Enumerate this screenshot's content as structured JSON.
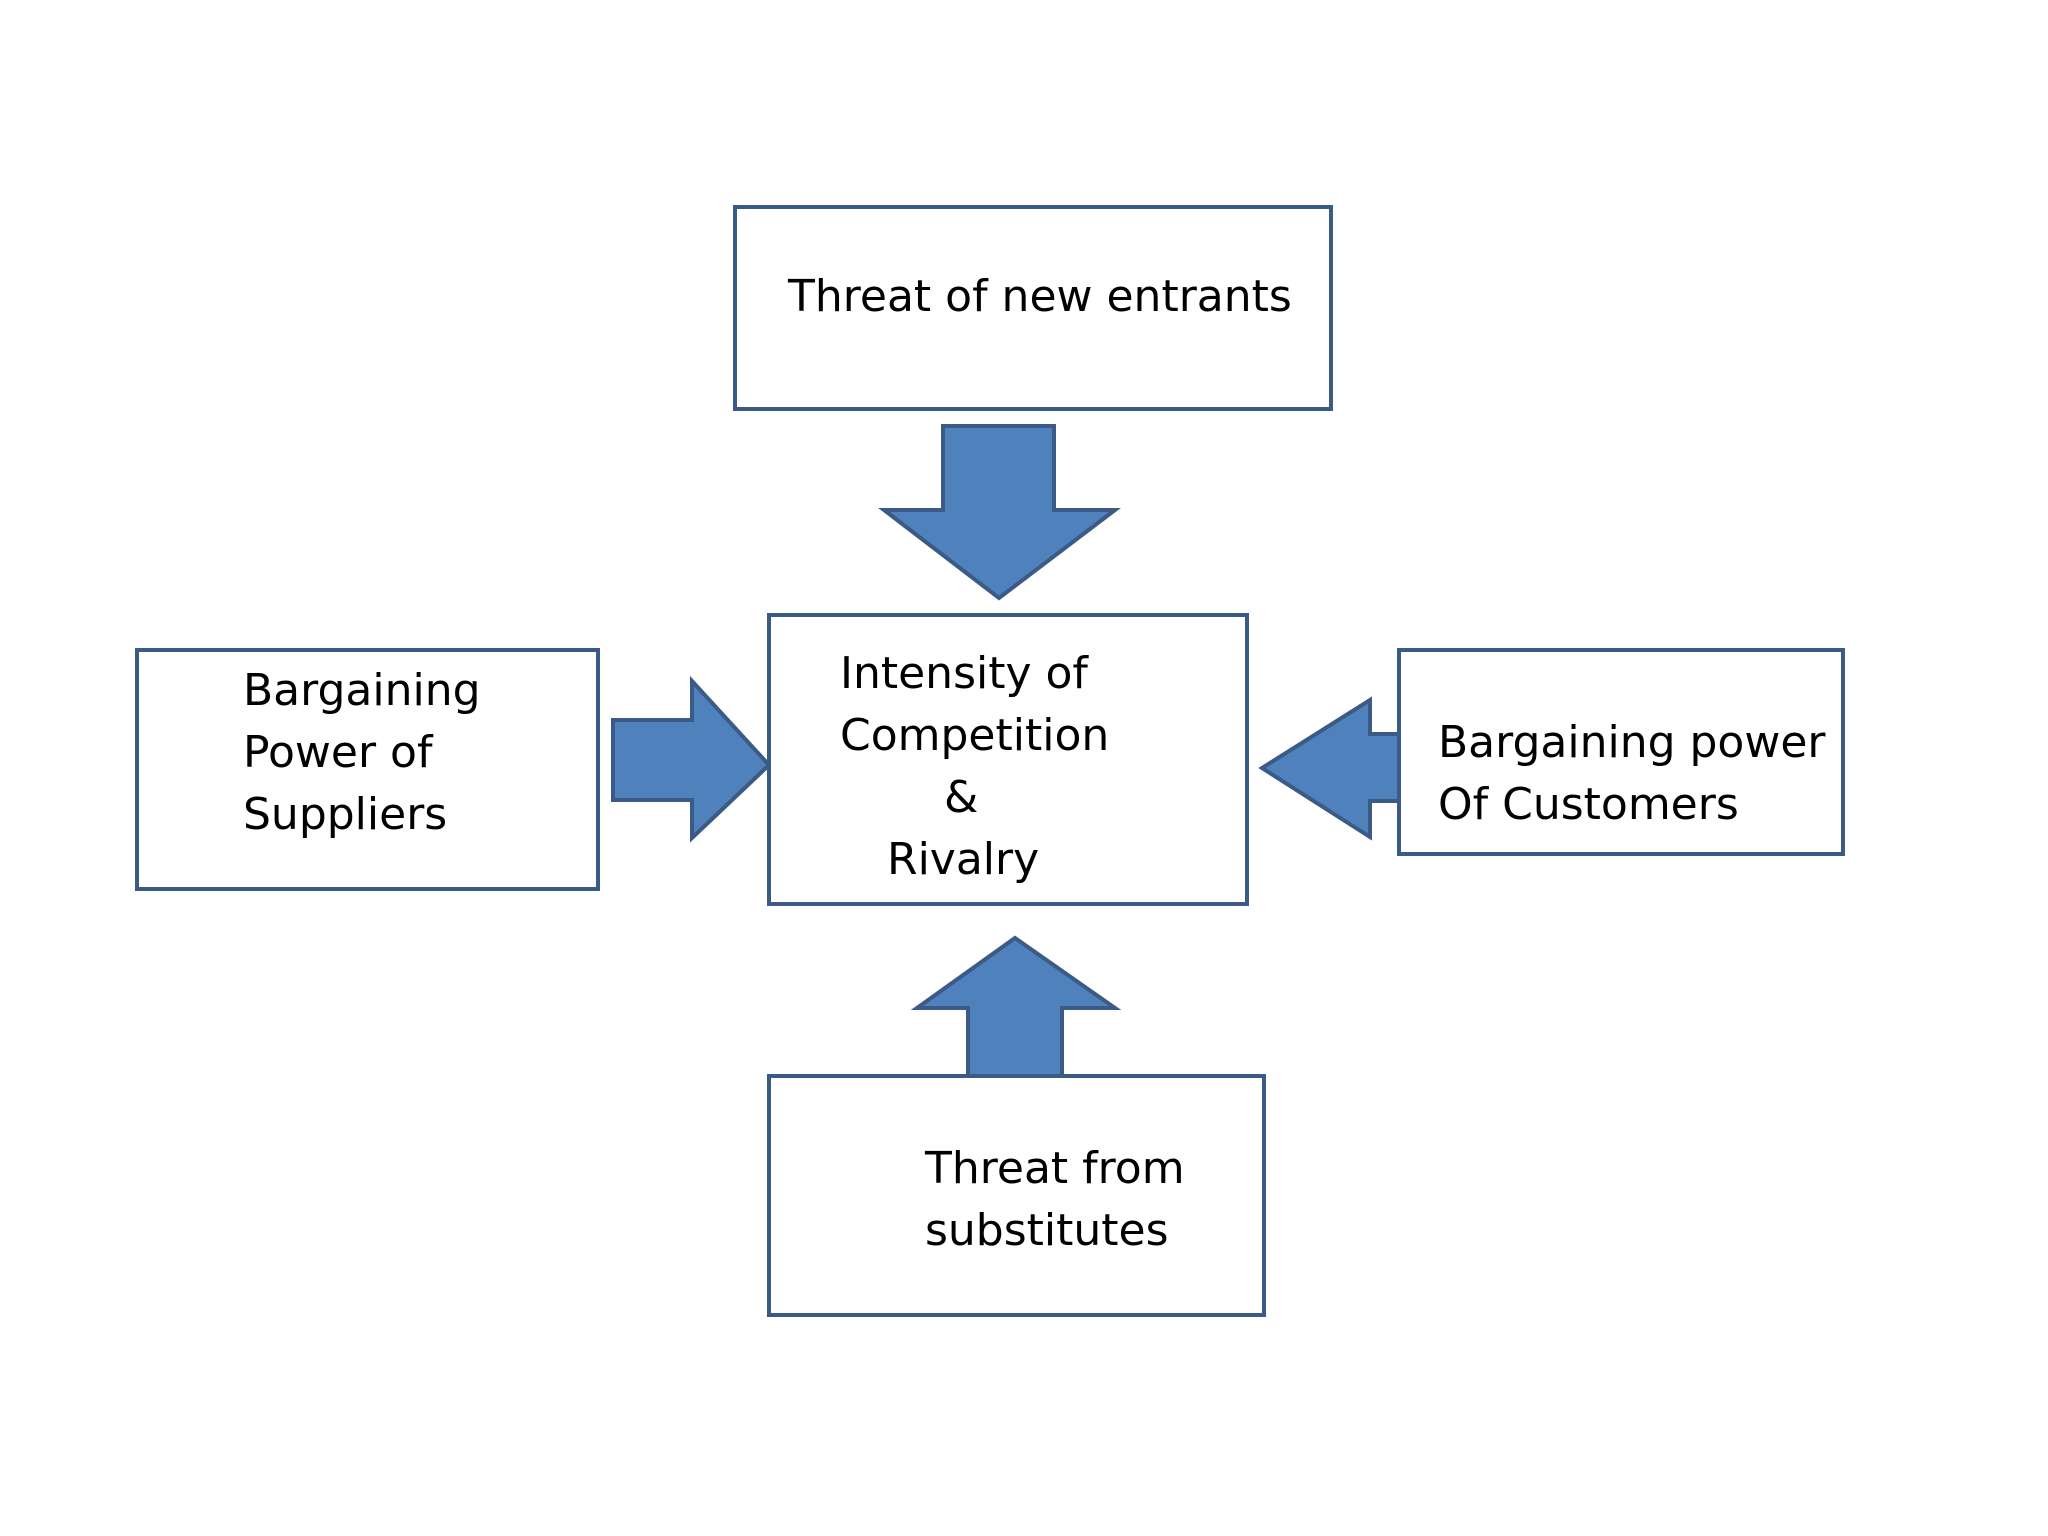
{
  "colors": {
    "box_border": "#3b5a85",
    "arrow_fill": "#4f81bd",
    "arrow_stroke": "#3b5a85",
    "background": "#ffffff"
  },
  "boxes": {
    "top": {
      "lines": [
        "Threat of new entrants"
      ]
    },
    "left": {
      "lines": [
        "Bargaining",
        "Power of",
        "Suppliers"
      ]
    },
    "center": {
      "lines": [
        "Intensity of",
        "Competition",
        "&",
        "Rivalry"
      ]
    },
    "right": {
      "lines": [
        "Bargaining power",
        "Of Customers"
      ]
    },
    "bottom": {
      "lines": [
        "Threat from",
        "substitutes"
      ]
    }
  }
}
